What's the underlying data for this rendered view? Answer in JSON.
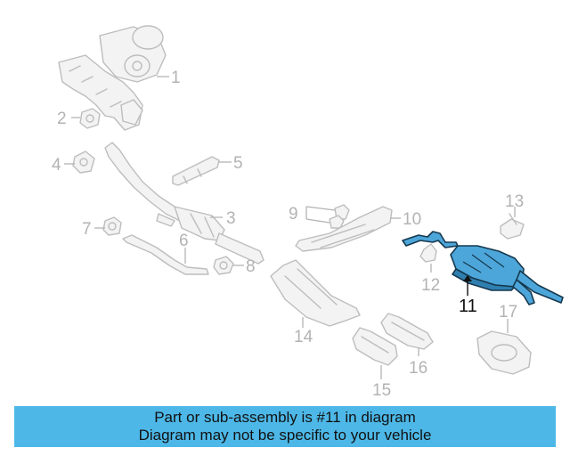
{
  "callouts": {
    "c1": "1",
    "c2": "2",
    "c3": "3",
    "c4": "4",
    "c5": "5",
    "c6": "6",
    "c7": "7",
    "c8": "8",
    "c9": "9",
    "c10": "10",
    "c11": "11",
    "c12": "12",
    "c13": "13",
    "c14": "14",
    "c15": "15",
    "c16": "16",
    "c17": "17"
  },
  "colors": {
    "highlight": "#4da6d9",
    "highlight_dark": "#15384f",
    "banner": "#4db8e8",
    "parts_gray": "#bdbdbd"
  },
  "banner": {
    "line1": "Part or sub-assembly is #11 in diagram",
    "line2": "Diagram may not be specific to your vehicle"
  }
}
